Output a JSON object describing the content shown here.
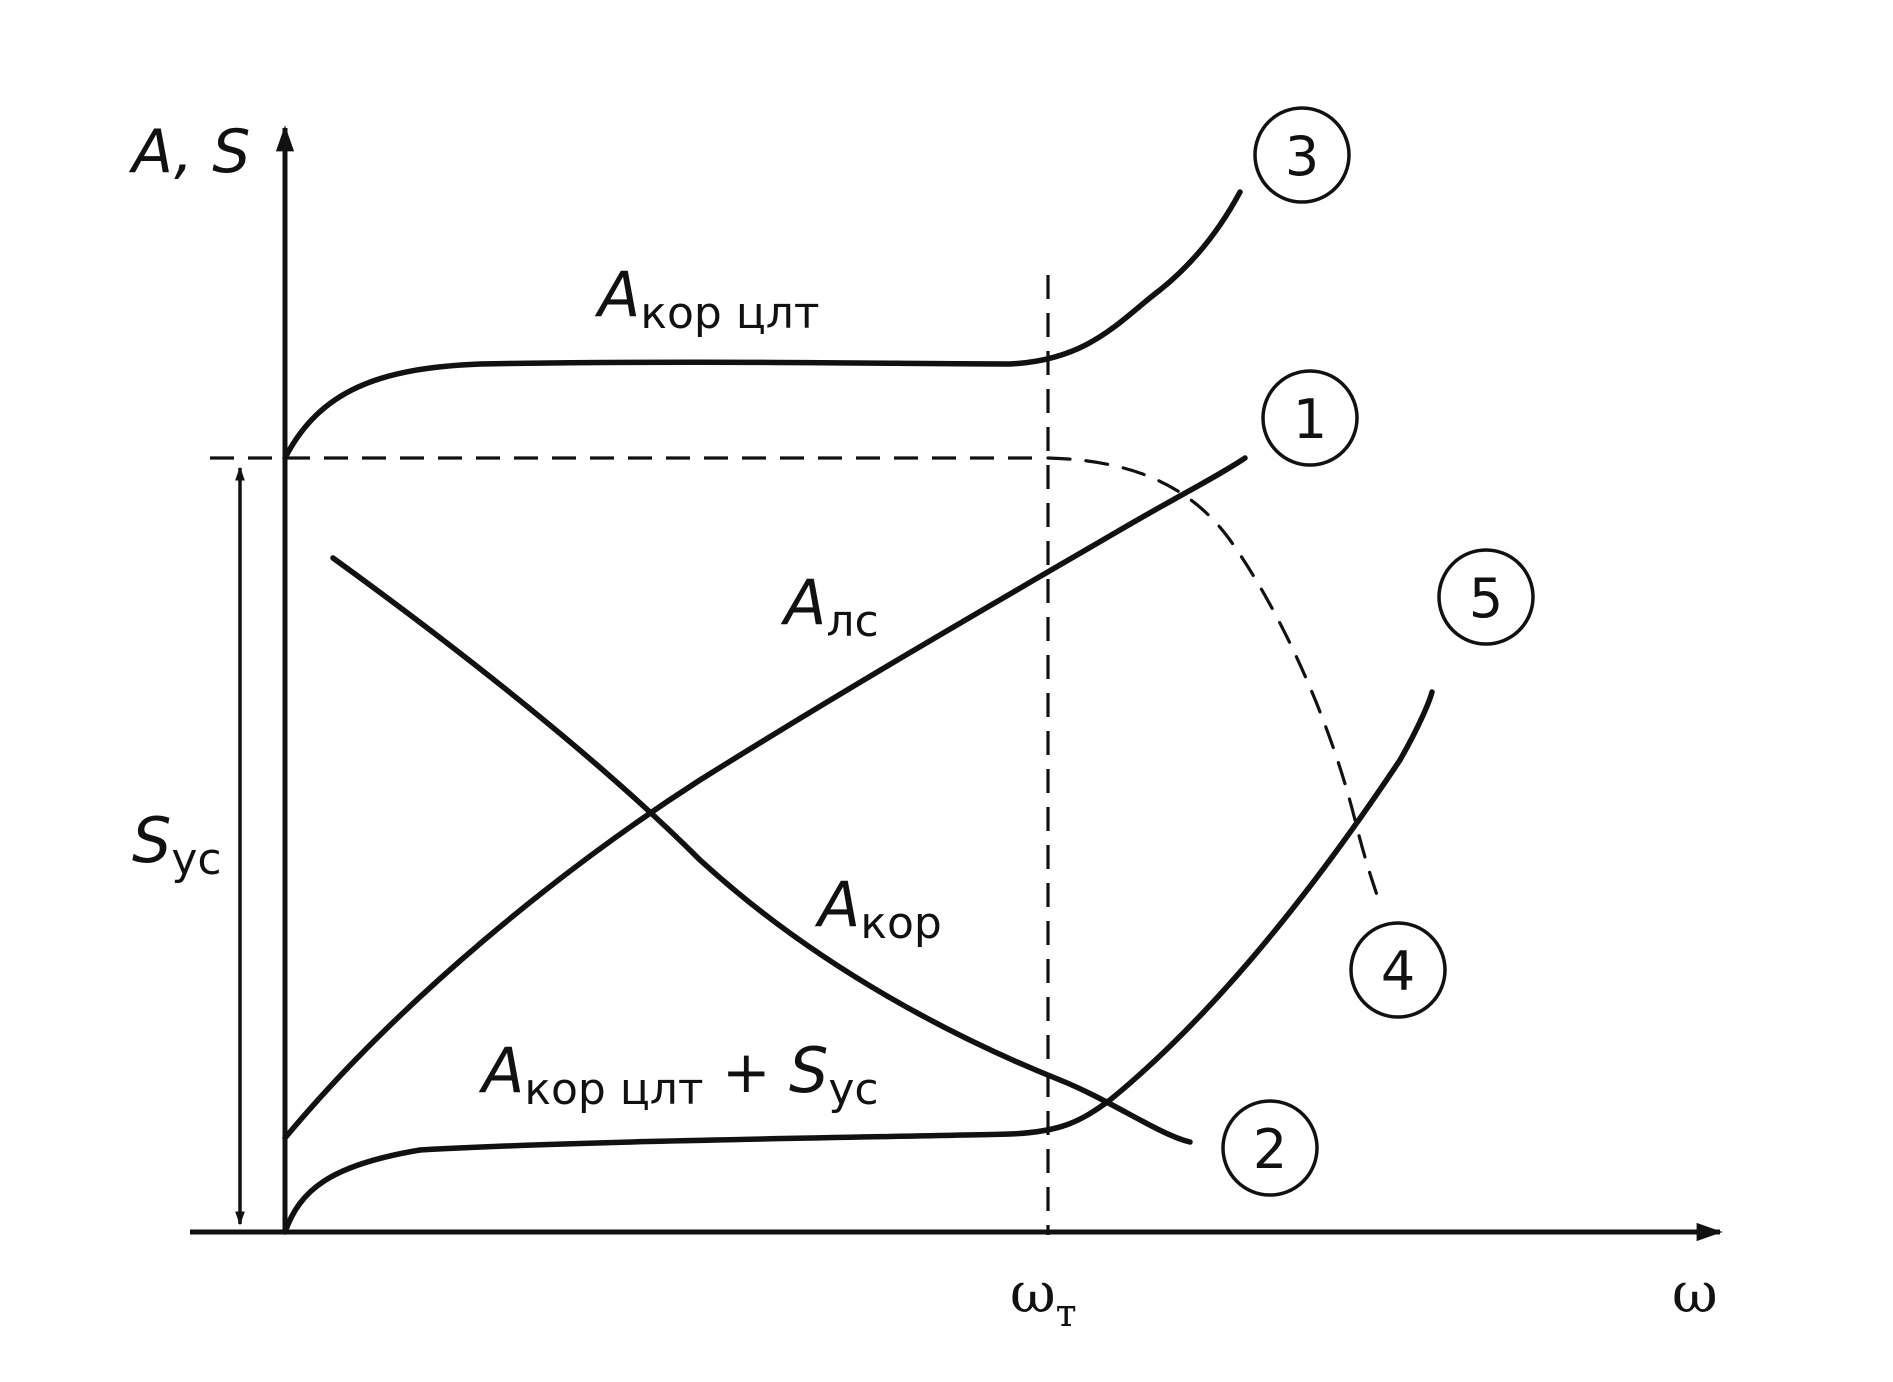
{
  "axes": {
    "y_label": "A, S",
    "x_label": "ω",
    "x_tick_label": {
      "main": "ω",
      "sub": "т"
    }
  },
  "curve_labels": {
    "a_kor_tslt": {
      "main": "A",
      "sub": "кор цлт"
    },
    "a_ls": {
      "main": "A",
      "sub": "лс"
    },
    "a_kor": {
      "main": "A",
      "sub": "кор"
    },
    "a_kor_tslt_plus_s": {
      "main": "A",
      "sub": "кор цлт",
      "plus": " + ",
      "main2": "S",
      "sub2": "ус"
    },
    "s_us": {
      "main": "S",
      "sub": "ус"
    }
  },
  "curve_numbers": [
    "1",
    "2",
    "3",
    "4",
    "5"
  ]
}
